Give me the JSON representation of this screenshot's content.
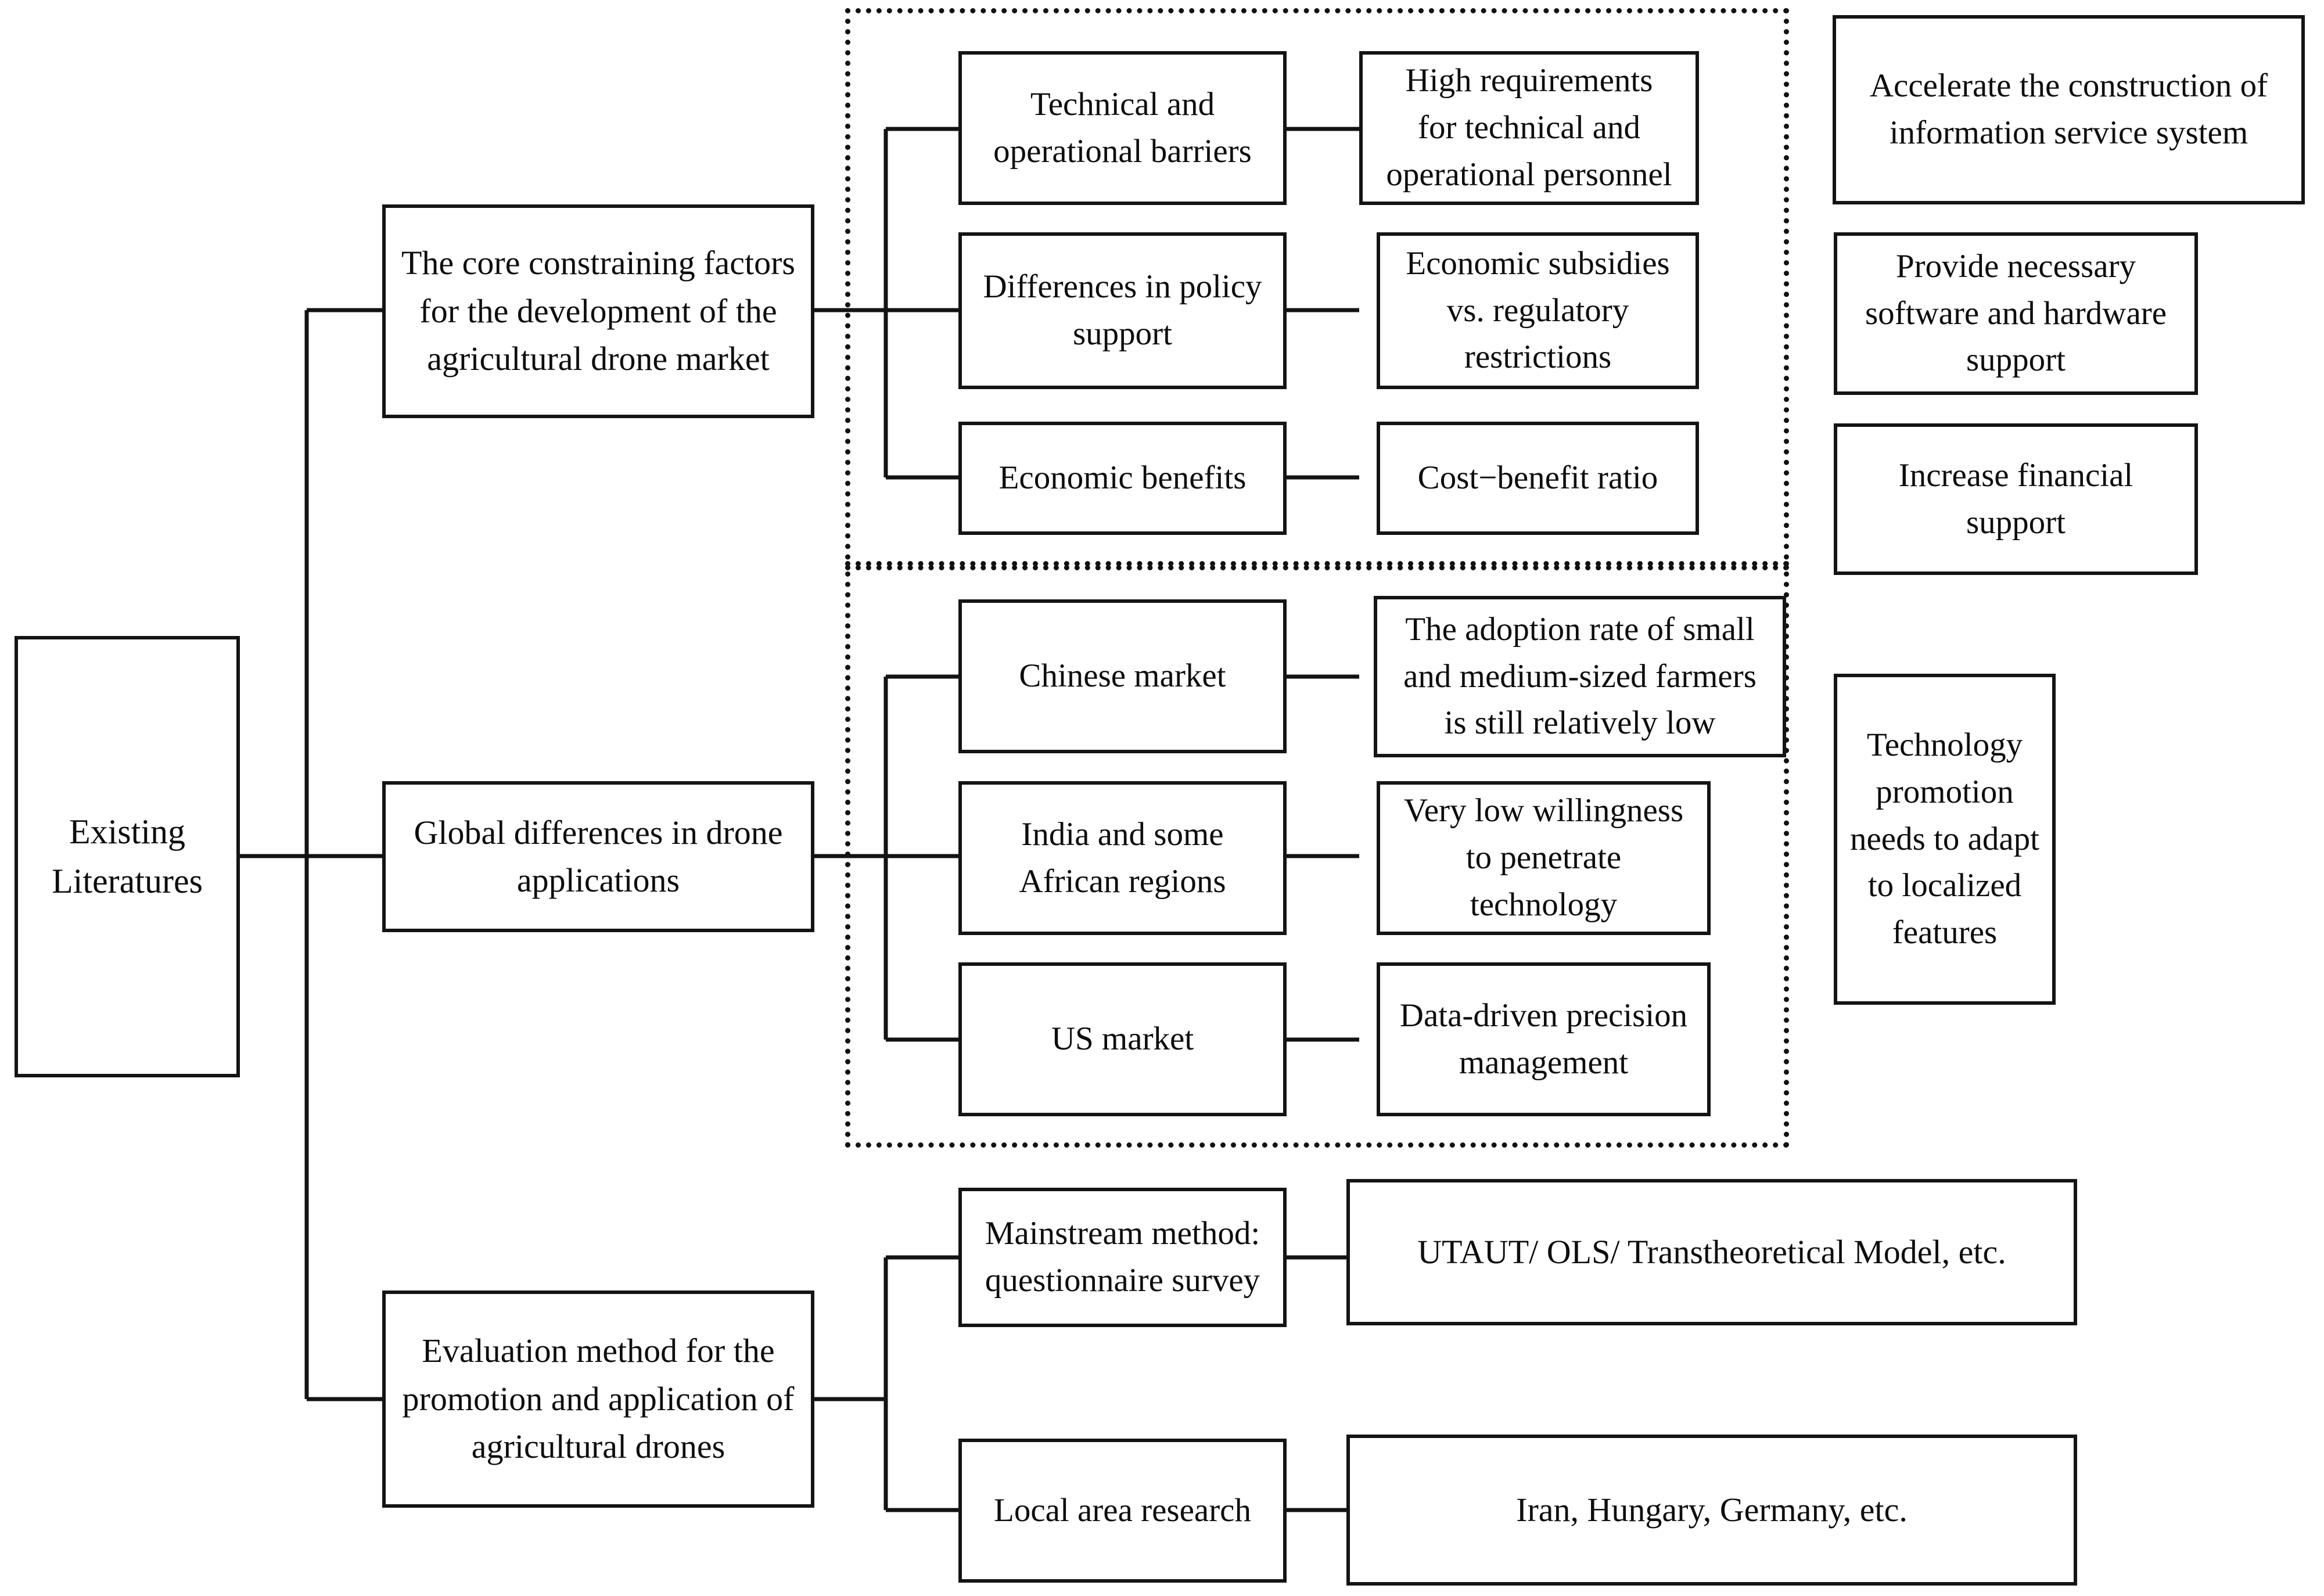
{
  "figure": {
    "root": {
      "label": "Existing\nLiteratures"
    },
    "branches": [
      {
        "id": "core-constraining-factors",
        "label": "The core constraining factors\nfor the development of the\nagricultural drone market",
        "children": [
          {
            "label": "Technical and\noperational barriers",
            "detail": "High requirements\nfor technical and\noperational personnel"
          },
          {
            "label": "Differences in policy\nsupport",
            "detail": "Economic subsidies\nvs. regulatory\nrestrictions"
          },
          {
            "label": "Economic benefits",
            "detail": "Cost−benefit ratio"
          }
        ]
      },
      {
        "id": "global-differences",
        "label": "Global differences in drone\napplications",
        "children": [
          {
            "label": "Chinese market",
            "detail": "The adoption rate of small\nand medium-sized farmers\nis still relatively low"
          },
          {
            "label": "India and some\nAfrican regions",
            "detail": "Very low willingness\nto penetrate\ntechnology"
          },
          {
            "label": "US market",
            "detail": "Data-driven precision\nmanagement"
          }
        ]
      },
      {
        "id": "evaluation-method",
        "label": "Evaluation method for the\npromotion and application of\nagricultural drones",
        "children": [
          {
            "label": "Mainstream method:\nquestionnaire survey",
            "detail": "UTAUT/ OLS/ Transtheoretical Model, etc."
          },
          {
            "label": "Local area research",
            "detail": "Iran, Hungary, Germany, etc."
          }
        ]
      }
    ],
    "recommendations_top": [
      {
        "label": "Accelerate the construction of\ninformation service system"
      },
      {
        "label": "Provide necessary\nsoftware and hardware\nsupport"
      },
      {
        "label": "Increase financial\nsupport"
      }
    ],
    "recommendations_middle": [
      {
        "label": "Technology\npromotion\nneeds to adapt\nto localized\nfeatures"
      }
    ],
    "grouping_boxes": [
      {
        "name": "constraining-factors-group"
      },
      {
        "name": "global-differences-group"
      }
    ],
    "colors": {
      "stroke": "#131313",
      "text": "#0d0d0d",
      "background": "#ffffff",
      "dashed_border": "#111111"
    }
  }
}
